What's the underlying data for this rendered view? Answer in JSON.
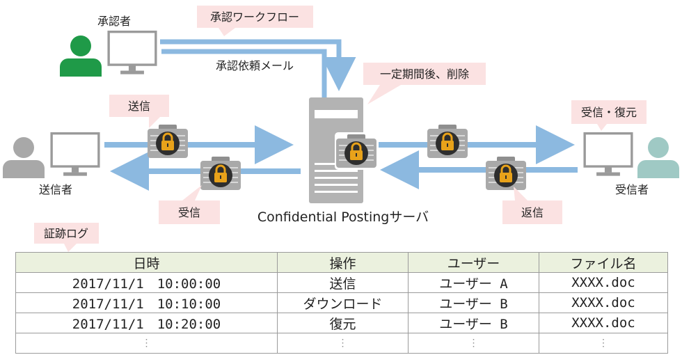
{
  "labels": {
    "approver": "承認者",
    "workflow": "承認ワークフロー",
    "request_mail": "承認依頼メール",
    "auto_delete": "一定期間後、削除",
    "send": "送信",
    "sender": "送信者",
    "receive": "受信",
    "server": "Confidential Postingサーバ",
    "receive_restore": "受信・復元",
    "recipient": "受信者",
    "reply": "返信",
    "audit_log": "証跡ログ"
  },
  "log_table": {
    "headers": [
      "日時",
      "操作",
      "ユーザー",
      "ファイル名"
    ],
    "rows": [
      [
        "2017/11/1　10:00:00",
        "送信",
        "ユーザー A",
        "XXXX.doc"
      ],
      [
        "2017/11/1　10:10:00",
        "ダウンロード",
        "ユーザー B",
        "XXXX.doc"
      ],
      [
        "2017/11/1　10:20:00",
        "復元",
        "ユーザー B",
        "XXXX.doc"
      ],
      [
        "⋮",
        "⋮",
        "⋮",
        "⋮"
      ]
    ]
  },
  "colors": {
    "arrow": "#8cb9e0",
    "callout": "#fbe2e2",
    "approver_person": "#1f9a48",
    "sender_person": "#a8a8a8",
    "recipient_person": "#9fc9c4",
    "server": "#b3b3b3",
    "lock": "#e8a21a",
    "table_header": "#ebf1de"
  },
  "icons": [
    "person-icon",
    "monitor-icon",
    "server-icon",
    "lock-icon"
  ]
}
